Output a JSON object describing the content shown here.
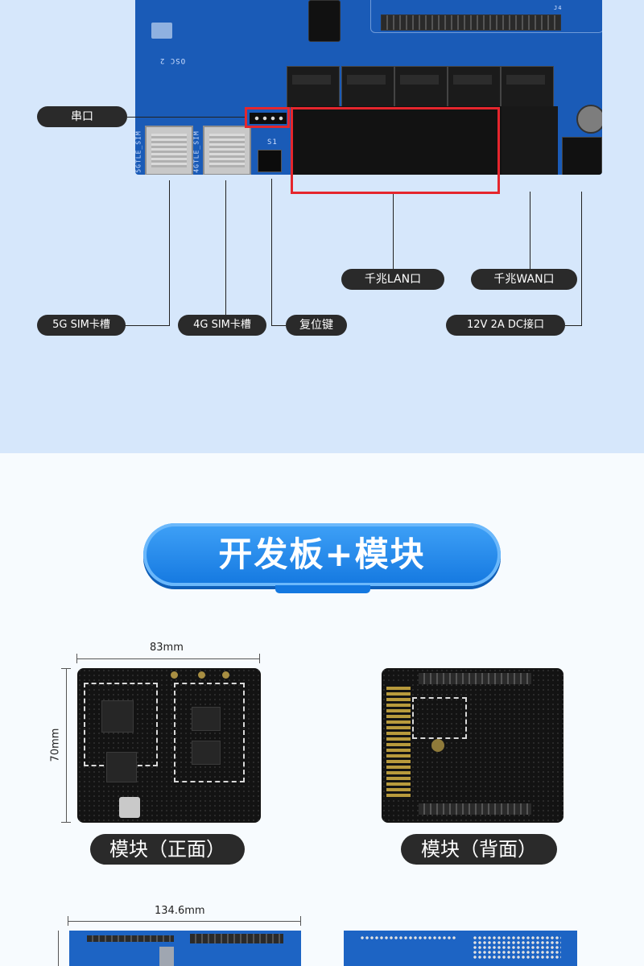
{
  "diagram": {
    "labels": {
      "serial": "串口",
      "lan": "千兆LAN口",
      "wan": "千兆WAN口",
      "sim5g": "5G SIM卡槽",
      "sim4g": "4G SIM卡槽",
      "reset": "复位键",
      "dc": "12V 2A DC接口"
    },
    "silkscreen": {
      "osc": "OSC 2",
      "sim_a": "5GTLE_SIM",
      "sim_b": "4GTLE_SIM",
      "s1": "S1",
      "j4": "J4"
    },
    "highlight_color": "#e5262d"
  },
  "section": {
    "title": "开发板+模块"
  },
  "module": {
    "width_label": "83mm",
    "height_label": "70mm",
    "front_caption": "模块（正面）",
    "back_caption": "模块（背面）"
  },
  "devboard": {
    "width_label": "134.6mm"
  },
  "colors": {
    "top_bg": "#d6e7fb",
    "board_blue": "#1a5bb7",
    "header_blue": "#1478e0",
    "pill_dark": "#2a2a2a"
  }
}
